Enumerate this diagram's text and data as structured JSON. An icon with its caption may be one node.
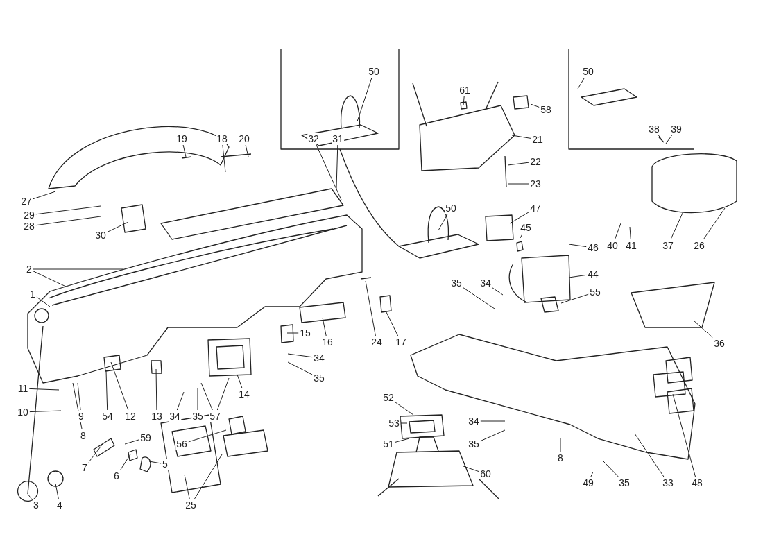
{
  "diagram": {
    "nodes": [
      {
        "text": [
          "50"
        ]
      },
      {
        "text": [
          "61"
        ]
      },
      {
        "text": [
          "50"
        ]
      },
      {
        "text": [
          "58"
        ]
      },
      {
        "text": [
          "38"
        ]
      },
      {
        "text": [
          "39"
        ]
      },
      {
        "text": [
          "19"
        ]
      },
      {
        "text": [
          "18"
        ]
      },
      {
        "text": [
          "20"
        ]
      },
      {
        "text": [
          "32"
        ]
      },
      {
        "text": [
          "31"
        ]
      },
      {
        "text": [
          "21"
        ]
      },
      {
        "text": [
          "22"
        ]
      },
      {
        "text": [
          "23"
        ]
      },
      {
        "text": [
          "27"
        ]
      },
      {
        "text": [
          "29"
        ]
      },
      {
        "text": [
          "47"
        ]
      },
      {
        "text": [
          "50"
        ]
      },
      {
        "text": [
          "28"
        ]
      },
      {
        "text": [
          "45"
        ]
      },
      {
        "text": [
          "30"
        ]
      },
      {
        "text": [
          "40"
        ]
      },
      {
        "text": [
          "41"
        ]
      },
      {
        "text": [
          "37"
        ]
      },
      {
        "text": [
          "26"
        ]
      },
      {
        "text": [
          "46"
        ]
      },
      {
        "text": [
          "2"
        ]
      },
      {
        "text": [
          "44"
        ]
      },
      {
        "text": [
          "35"
        ]
      },
      {
        "text": [
          "34"
        ]
      },
      {
        "text": [
          "55"
        ]
      },
      {
        "text": [
          "1"
        ]
      },
      {
        "text": [
          "15"
        ]
      },
      {
        "text": [
          "16"
        ]
      },
      {
        "text": [
          "24"
        ]
      },
      {
        "text": [
          "17"
        ]
      },
      {
        "text": [
          "36"
        ]
      },
      {
        "text": [
          "34"
        ]
      },
      {
        "text": [
          "35"
        ]
      },
      {
        "text": [
          "14"
        ]
      },
      {
        "text": [
          "11"
        ]
      },
      {
        "text": [
          "52"
        ]
      },
      {
        "text": [
          "10"
        ]
      },
      {
        "text": [
          "9"
        ]
      },
      {
        "text": [
          "54"
        ]
      },
      {
        "text": [
          "12"
        ]
      },
      {
        "text": [
          "13"
        ]
      },
      {
        "text": [
          "34"
        ]
      },
      {
        "text": [
          "35"
        ]
      },
      {
        "text": [
          "57"
        ]
      },
      {
        "text": [
          "34"
        ]
      },
      {
        "text": [
          "53"
        ]
      },
      {
        "text": [
          "8"
        ]
      },
      {
        "text": [
          "59"
        ]
      },
      {
        "text": [
          "56"
        ]
      },
      {
        "text": [
          "51"
        ]
      },
      {
        "text": [
          "35"
        ]
      },
      {
        "text": [
          "8"
        ]
      },
      {
        "text": [
          "5"
        ]
      },
      {
        "text": [
          "7"
        ]
      },
      {
        "text": [
          "60"
        ]
      },
      {
        "text": [
          "6"
        ]
      },
      {
        "text": [
          "49"
        ]
      },
      {
        "text": [
          "35"
        ]
      },
      {
        "text": [
          "33"
        ]
      },
      {
        "text": [
          "48"
        ]
      },
      {
        "text": [
          "3"
        ]
      },
      {
        "text": [
          "4"
        ]
      },
      {
        "text": [
          "25"
        ]
      }
    ],
    "edges": [
      {
        "from": 0,
        "to": null,
        "arrow": "none"
      },
      {
        "from": 1,
        "to": null,
        "arrow": "none"
      },
      {
        "from": 2,
        "to": null,
        "arrow": "none"
      },
      {
        "from": 3,
        "to": null,
        "arrow": "none"
      },
      {
        "from": 4,
        "to": null,
        "arrow": "none"
      },
      {
        "from": 5,
        "to": null,
        "arrow": "none"
      },
      {
        "from": 6,
        "to": null,
        "arrow": "none"
      },
      {
        "from": 7,
        "to": null,
        "arrow": "none"
      },
      {
        "from": 8,
        "to": null,
        "arrow": "none"
      },
      {
        "from": 9,
        "to": null,
        "arrow": "none"
      },
      {
        "from": 10,
        "to": null,
        "arrow": "none"
      },
      {
        "from": 11,
        "to": null,
        "arrow": "none"
      },
      {
        "from": 12,
        "to": null,
        "arrow": "none"
      },
      {
        "from": 13,
        "to": null,
        "arrow": "none"
      },
      {
        "from": 14,
        "to": null,
        "arrow": "none"
      },
      {
        "from": 15,
        "to": null,
        "arrow": "none"
      },
      {
        "from": 16,
        "to": null,
        "arrow": "none"
      },
      {
        "from": 17,
        "to": null,
        "arrow": "none"
      },
      {
        "from": 18,
        "to": null,
        "arrow": "none"
      },
      {
        "from": 19,
        "to": null,
        "arrow": "none"
      },
      {
        "from": 20,
        "to": null,
        "arrow": "none"
      },
      {
        "from": 21,
        "to": null,
        "arrow": "none"
      },
      {
        "from": 22,
        "to": null,
        "arrow": "none"
      },
      {
        "from": 23,
        "to": null,
        "arrow": "none"
      },
      {
        "from": 24,
        "to": null,
        "arrow": "none"
      },
      {
        "from": 25,
        "to": null,
        "arrow": "none"
      },
      {
        "from": 26,
        "to": null,
        "arrow": "none"
      },
      {
        "from": 26,
        "to": null,
        "arrow": "none"
      },
      {
        "from": 27,
        "to": null,
        "arrow": "none"
      },
      {
        "from": 28,
        "to": null,
        "arrow": "none"
      },
      {
        "from": 29,
        "to": null,
        "arrow": "none"
      },
      {
        "from": 30,
        "to": null,
        "arrow": "none"
      },
      {
        "from": 31,
        "to": null,
        "arrow": "none"
      },
      {
        "from": 32,
        "to": null,
        "arrow": "none"
      },
      {
        "from": 33,
        "to": null,
        "arrow": "none"
      },
      {
        "from": 34,
        "to": null,
        "arrow": "none"
      },
      {
        "from": 35,
        "to": null,
        "arrow": "none"
      },
      {
        "from": 36,
        "to": null,
        "arrow": "none"
      },
      {
        "from": 37,
        "to": null,
        "arrow": "none"
      },
      {
        "from": 38,
        "to": null,
        "arrow": "none"
      },
      {
        "from": 39,
        "to": null,
        "arrow": "none"
      },
      {
        "from": 40,
        "to": null,
        "arrow": "none"
      },
      {
        "from": 41,
        "to": null,
        "arrow": "none"
      },
      {
        "from": 42,
        "to": null,
        "arrow": "none"
      },
      {
        "from": 43,
        "to": null,
        "arrow": "none"
      },
      {
        "from": 44,
        "to": null,
        "arrow": "none"
      },
      {
        "from": 45,
        "to": null,
        "arrow": "none"
      },
      {
        "from": 46,
        "to": null,
        "arrow": "none"
      },
      {
        "from": 47,
        "to": null,
        "arrow": "none"
      },
      {
        "from": 48,
        "to": null,
        "arrow": "none"
      },
      {
        "from": 49,
        "to": null,
        "arrow": "none"
      },
      {
        "from": 49,
        "to": null,
        "arrow": "none"
      },
      {
        "from": 50,
        "to": null,
        "arrow": "none"
      },
      {
        "from": 51,
        "to": null,
        "arrow": "none"
      },
      {
        "from": 52,
        "to": null,
        "arrow": "none"
      },
      {
        "from": 53,
        "to": null,
        "arrow": "none"
      },
      {
        "from": 54,
        "to": null,
        "arrow": "none"
      },
      {
        "from": 55,
        "to": null,
        "arrow": "none"
      },
      {
        "from": 56,
        "to": null,
        "arrow": "none"
      },
      {
        "from": 57,
        "to": null,
        "arrow": "none"
      },
      {
        "from": 58,
        "to": null,
        "arrow": "none"
      },
      {
        "from": 59,
        "to": null,
        "arrow": "none"
      },
      {
        "from": 60,
        "to": null,
        "arrow": "none"
      },
      {
        "from": 61,
        "to": null,
        "arrow": "none"
      },
      {
        "from": 62,
        "to": null,
        "arrow": "none"
      },
      {
        "from": 63,
        "to": null,
        "arrow": "none"
      },
      {
        "from": 64,
        "to": null,
        "arrow": "none"
      },
      {
        "from": 65,
        "to": null,
        "arrow": "none"
      },
      {
        "from": 66,
        "to": null,
        "arrow": "none"
      },
      {
        "from": 67,
        "to": null,
        "arrow": "none"
      },
      {
        "from": 68,
        "to": null,
        "arrow": "none"
      },
      {
        "from": 68,
        "to": null,
        "arrow": "none"
      }
    ]
  }
}
